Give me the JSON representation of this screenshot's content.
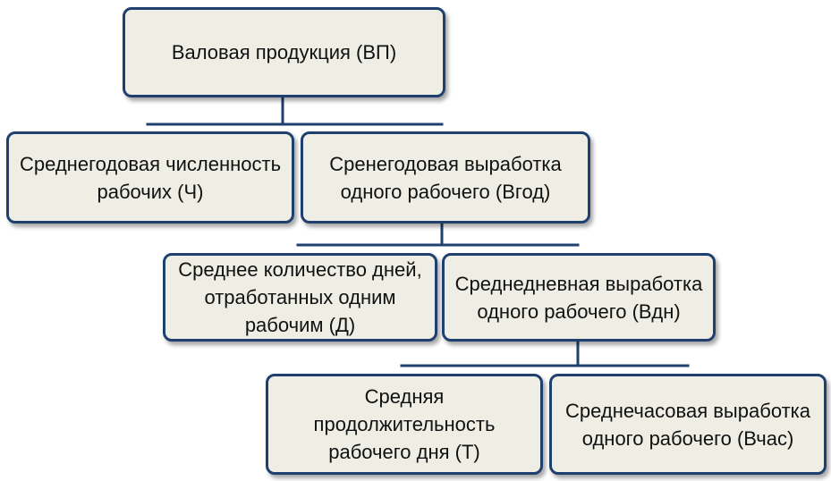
{
  "diagram": {
    "root": {
      "label": "Валовая продукция (ВП)"
    },
    "level1": [
      {
        "label": "Среднегодовая численность рабочих (Ч)"
      },
      {
        "label": "Сренегодовая выработка одного рабочего (Вгод)"
      }
    ],
    "level2": [
      {
        "label": "Среднее количество дней, отработанных одним рабочим (Д)"
      },
      {
        "label": "Среднедневная выработка одного рабочего (Вдн)"
      }
    ],
    "level3": [
      {
        "label": "Средняя продолжительность рабочего дня (Т)"
      },
      {
        "label": "Среднечасовая выработка одного рабочего (Вчас)"
      }
    ],
    "colors": {
      "node_fill": "#efeee5",
      "node_border": "#1f3f6e",
      "connector": "#1f3f6e"
    }
  }
}
